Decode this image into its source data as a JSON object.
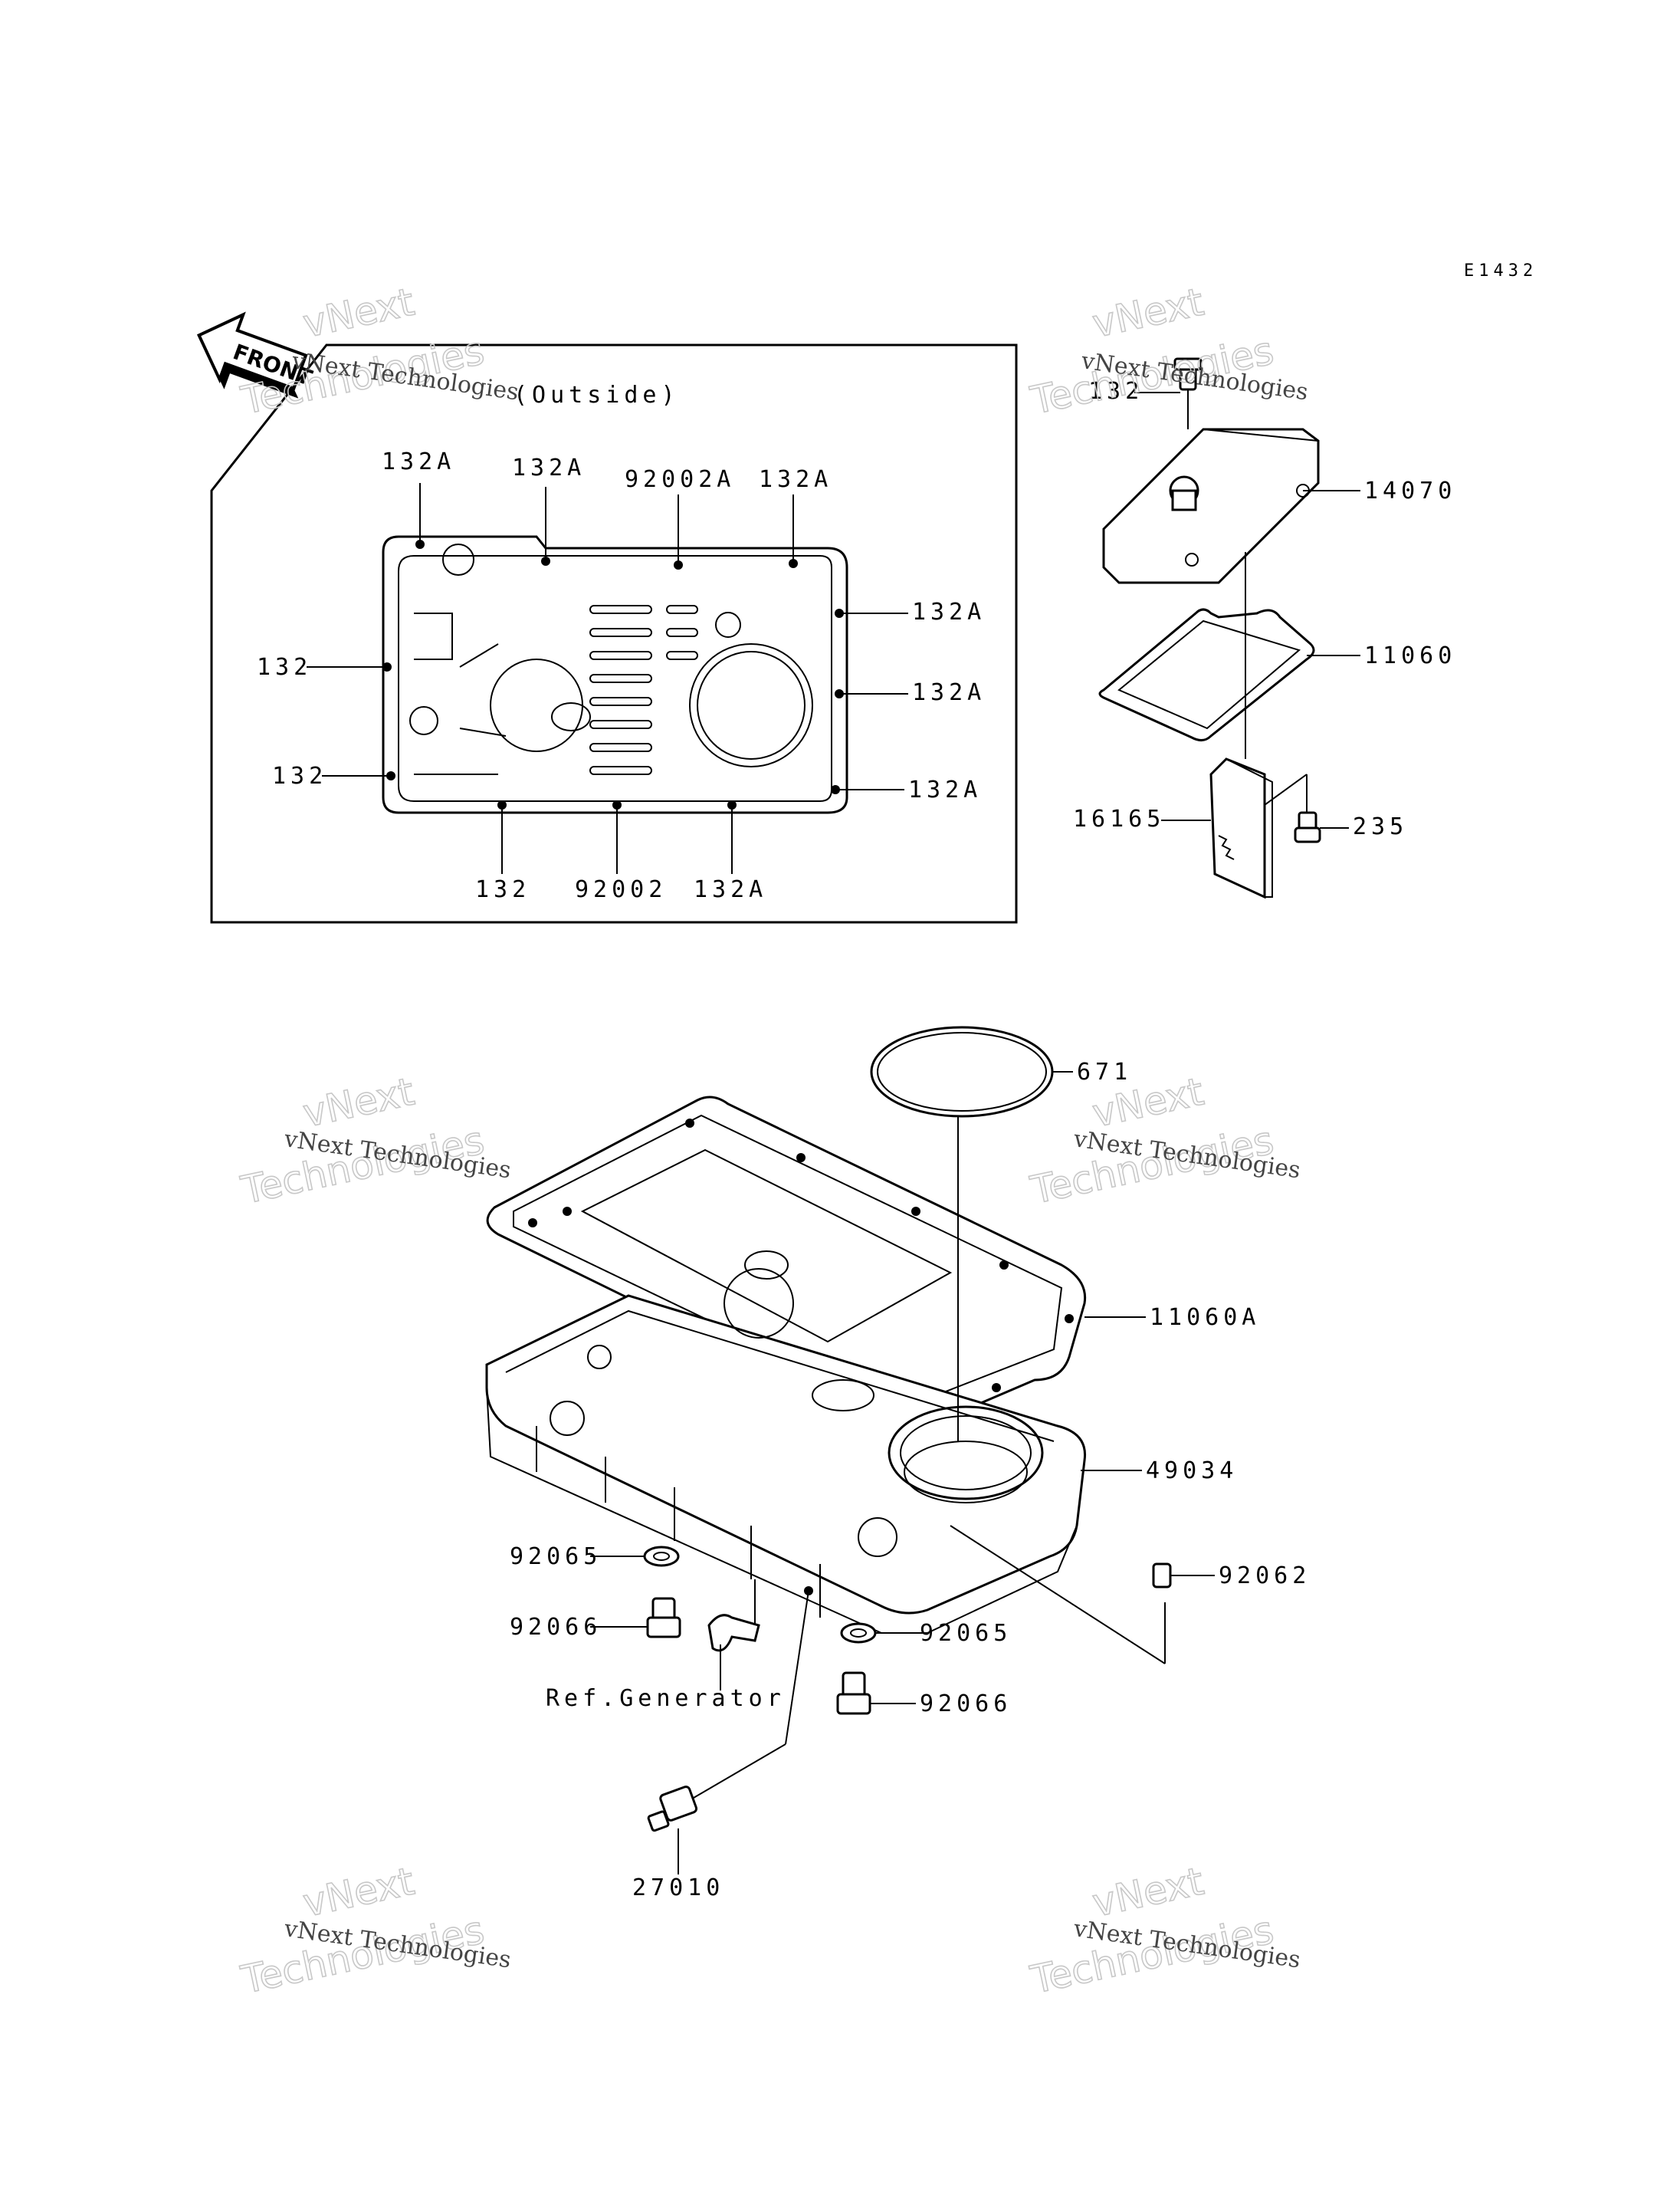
{
  "diagram_code": "E1432",
  "front_label": "FRONT",
  "outside_label": "(Outside)",
  "ref_label": "Ref.Generator",
  "watermark": {
    "line1": "vNext Technologies",
    "line2": "Technologies",
    "line3": "vNext"
  },
  "callouts": {
    "inset_132A_1": "132A",
    "inset_132A_2": "132A",
    "inset_92002A": "92002A",
    "inset_132A_3": "132A",
    "inset_132A_4": "132A",
    "inset_132A_5": "132A",
    "inset_132_1": "132",
    "inset_132_2": "132",
    "inset_132A_6": "132A",
    "inset_132_3": "132",
    "inset_92002": "92002",
    "inset_132A_7": "132A",
    "cover_132": "132",
    "p14070": "14070",
    "p11060": "11060",
    "p16165": "16165",
    "p235": "235",
    "p671": "671",
    "p11060A": "11060A",
    "p49034": "49034",
    "p92065_left": "92065",
    "p92066_left": "92066",
    "p92062": "92062",
    "p92065_right": "92065",
    "p92066_right": "92066",
    "p27010": "27010"
  }
}
